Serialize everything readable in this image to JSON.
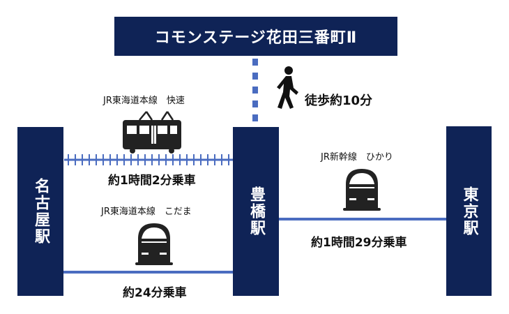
{
  "title": "コモンステージ花田三番町Ⅱ",
  "stations": {
    "nagoya": "名古屋駅",
    "toyohashi": "豊橋駅",
    "tokyo": "東京駅"
  },
  "walk": {
    "text": "徒歩約10分",
    "icon": "walking-person-icon"
  },
  "routes": {
    "rapid": {
      "line": "JR東海道本線　快速",
      "time": "約1時間2分乗車",
      "icon": "local-train-icon"
    },
    "kodama": {
      "line": "JR東海道本線　こだま",
      "time": "約24分乗車",
      "icon": "shinkansen-icon"
    },
    "hikari": {
      "line": "JR新幹線　ひかり",
      "time": "約1時間29分乗車",
      "icon": "shinkansen-icon"
    }
  },
  "colors": {
    "navy": "#0f2356",
    "line_blue": "#4a6cc0",
    "train": "#222222"
  }
}
